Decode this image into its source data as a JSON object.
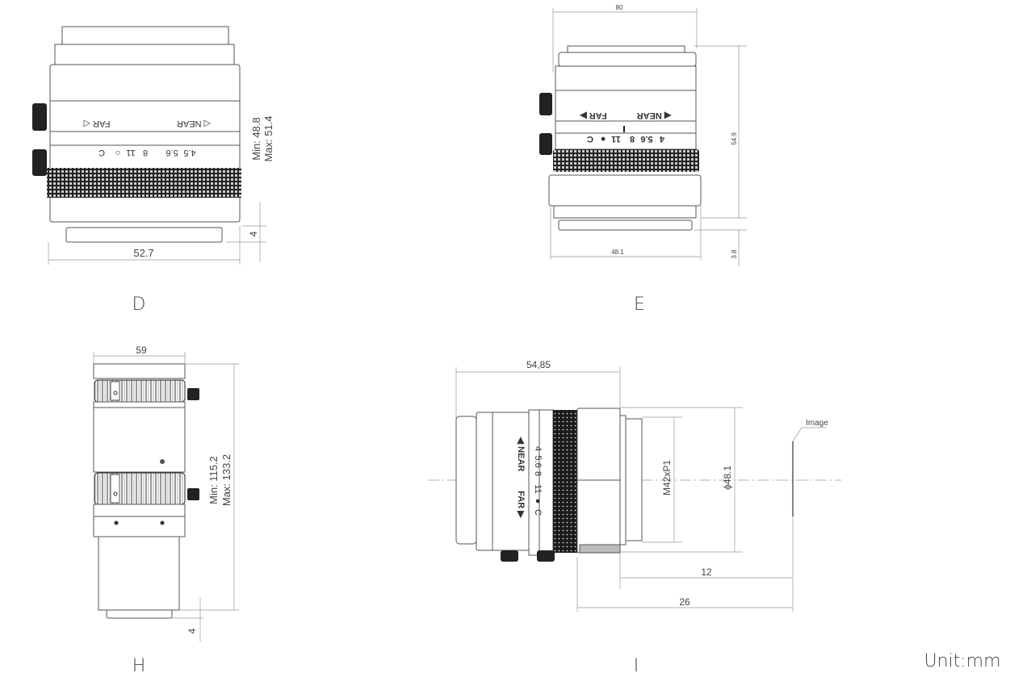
{
  "panels": {
    "D": {
      "label": "D",
      "width_dim": "52.7",
      "flange_dim": "4",
      "length_min": "Min:  48.8",
      "length_max": "Max:  51.4",
      "focus_far": "FAR ◁",
      "focus_near": "◁ NEAR",
      "apertures": [
        "4.5",
        "5.6",
        "8",
        "11",
        "○",
        "C"
      ]
    },
    "E": {
      "label": "E",
      "top_dim": "80",
      "width_dim": "48.1",
      "length_dim": "54.9",
      "flange_dim": "3.8",
      "focus_far": "FAR ▶",
      "focus_near": "◀ NEAR",
      "apertures": [
        "4",
        "5.6",
        "8",
        "11",
        "●",
        "C"
      ]
    },
    "H": {
      "label": "H",
      "width_dim": "59",
      "flange_dim": "4",
      "length_min": "Min:  115.2",
      "length_max": "Max:  133.2"
    },
    "I": {
      "label": "I",
      "length_dim": "54,85",
      "thread_dim": "M42xP1",
      "diameter_dim": "ϕ48.1",
      "back_focus_dim": "12",
      "flange_focal_dim": "26",
      "image_label": "Image",
      "focus_near": "◀ NEAR",
      "focus_far": "FAR ▶",
      "apertures": [
        "4",
        "5.6",
        "8",
        "11",
        "●",
        "C"
      ]
    }
  },
  "unit_label": "Unit:mm"
}
